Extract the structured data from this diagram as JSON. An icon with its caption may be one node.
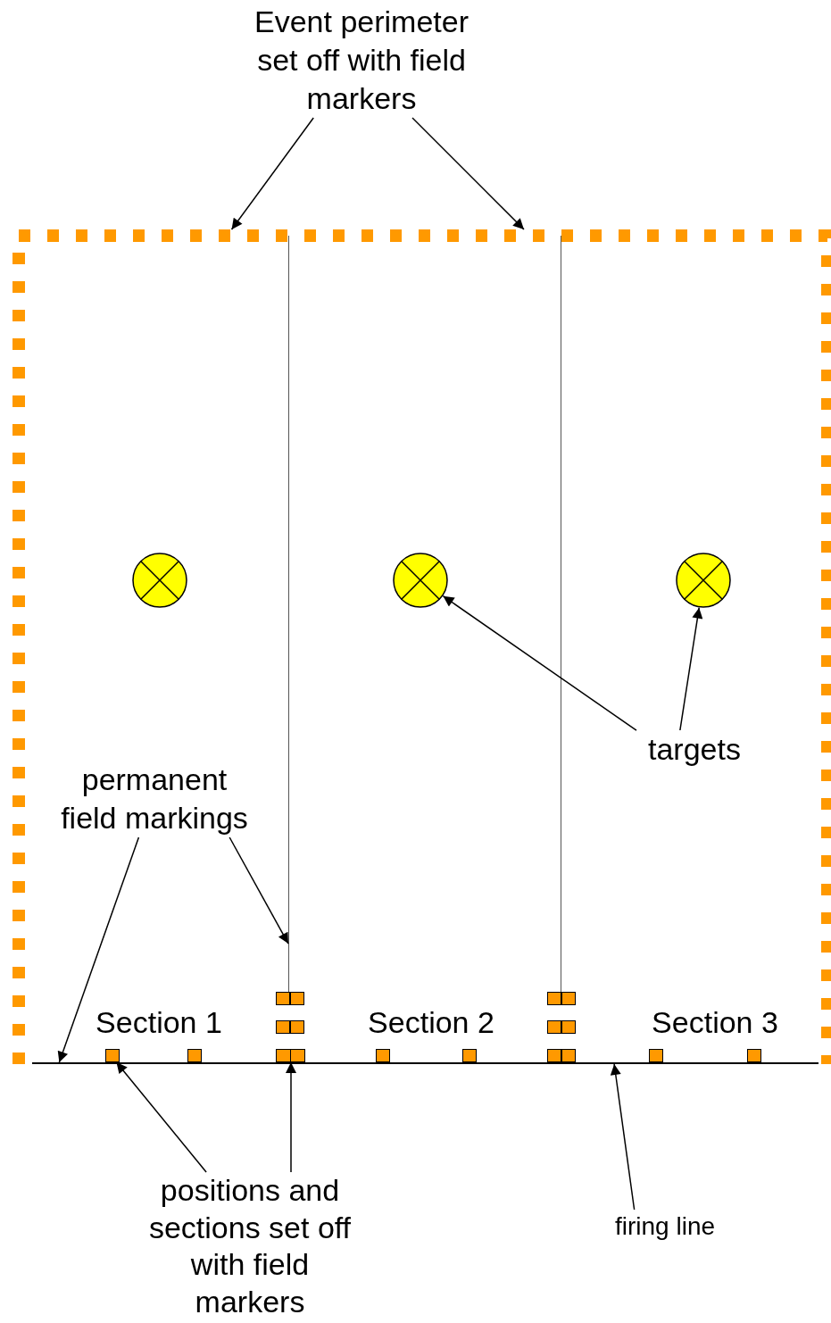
{
  "diagram": {
    "nodes": [
      {
        "text": [
          "Event perimeter set off with field markers"
        ]
      },
      {
        "text": [],
        "shape": "box"
      },
      {
        "text": [],
        "shape": "line",
        "in": 1
      },
      {
        "text": [],
        "shape": "line",
        "in": 1
      },
      {
        "text": [],
        "shape": "circle",
        "in": 1
      },
      {
        "text": [],
        "shape": "circle",
        "in": 1
      },
      {
        "text": [],
        "shape": "circle",
        "in": 1
      },
      {
        "text": [
          "targets"
        ],
        "in": 1
      },
      {
        "text": [
          "permanent field markings"
        ],
        "in": 1
      },
      {
        "text": [],
        "shape": "line",
        "in": 1
      },
      {
        "text": [],
        "shape": "box",
        "in": 1
      },
      {
        "text": [],
        "shape": "box",
        "in": 1
      },
      {
        "text": [
          "positions and sections set off with field markers"
        ]
      },
      {
        "text": [
          "firing line"
        ]
      }
    ],
    "edges": [
      {
        "from": 0,
        "to": 1,
        "arrow": "to"
      },
      {
        "from": 0,
        "to": 1,
        "arrow": "to"
      },
      {
        "from": 7,
        "to": 5,
        "arrow": "to"
      },
      {
        "from": 7,
        "to": 6,
        "arrow": "to"
      },
      {
        "from": 8,
        "to": 9,
        "arrow": "to"
      },
      {
        "from": 8,
        "to": 2,
        "arrow": "to"
      },
      {
        "from": 12,
        "to": 10,
        "arrow": "to"
      },
      {
        "from": 12,
        "to": 11,
        "arrow": "to"
      },
      {
        "from": 13,
        "to": 9,
        "arrow": "to"
      }
    ],
    "labels": [
      "Section 1",
      "Section 2",
      "Section 3"
    ]
  }
}
